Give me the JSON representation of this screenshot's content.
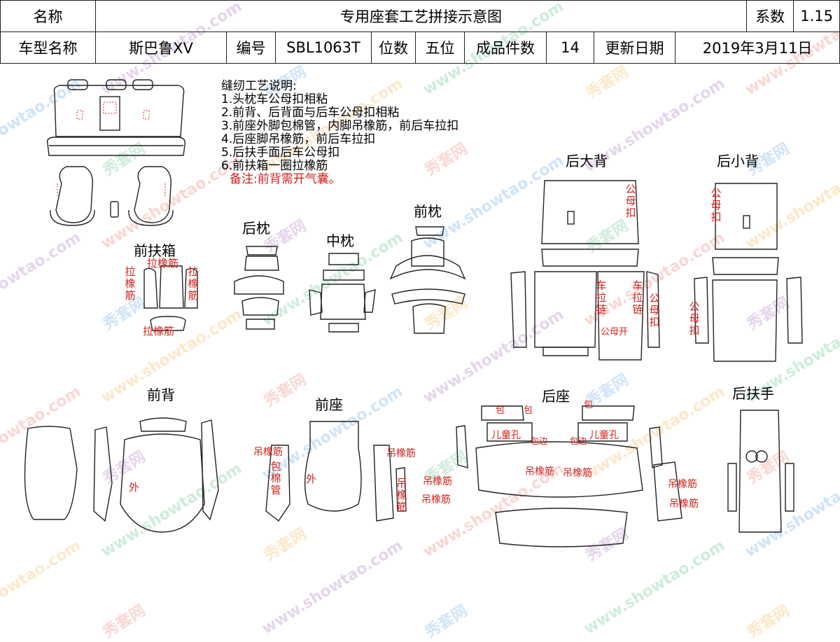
{
  "header": {
    "name_label": "名称",
    "title": "专用座套工艺拼接示意图",
    "coef_label": "系数",
    "coef_value": "1.15",
    "model_label": "车型名称",
    "model_value": "斯巴鲁XV",
    "code_label": "编号",
    "code_value": "SBL1063T",
    "seats_label": "位数",
    "seats_value": "五位",
    "pieces_label": "成品件数",
    "pieces_value": "14",
    "date_label": "更新日期",
    "date_value": "2019年3月11日"
  },
  "notes": {
    "title": "缝纫工艺说明:",
    "items": [
      "1.头枕车公母扣相粘",
      "2.前背、后背面与后车公母扣相粘",
      "3.前座外脚包棉管，内脚吊橡筋，前后车拉扣",
      "4.后座脚吊橡筋，前后车拉扣",
      "5.后扶手面后车公母扣",
      "6.前扶箱一圈拉橡筋"
    ],
    "remark": "备注:前背需开气囊。"
  },
  "section_labels": {
    "front_armbox": "前扶箱",
    "rear_pillow": "后枕",
    "mid_pillow": "中枕",
    "front_pillow": "前枕",
    "rear_big_back": "后大背",
    "rear_small_back": "后小背",
    "front_back": "前背",
    "front_seat": "前座",
    "rear_seat": "后座",
    "rear_armrest": "后扶手"
  },
  "annotations": {
    "elastic": "拉橡筋",
    "elastic_vertical": "拉橡筋",
    "snap": "公母扣",
    "zipper": "车拉链",
    "snap_open": "公母开",
    "outer": "外",
    "hang_elastic": "吊橡筋",
    "cotton_tube": "包棉管",
    "binding": "包",
    "edge": "包边",
    "child_hole": "儿童孔"
  },
  "watermark": {
    "text_cn": "秀套网",
    "text_en": "www.showtao.com",
    "colors": [
      "#e74c3c",
      "#8e44ad",
      "#2e86de",
      "#27ae60",
      "#f39c12"
    ]
  }
}
